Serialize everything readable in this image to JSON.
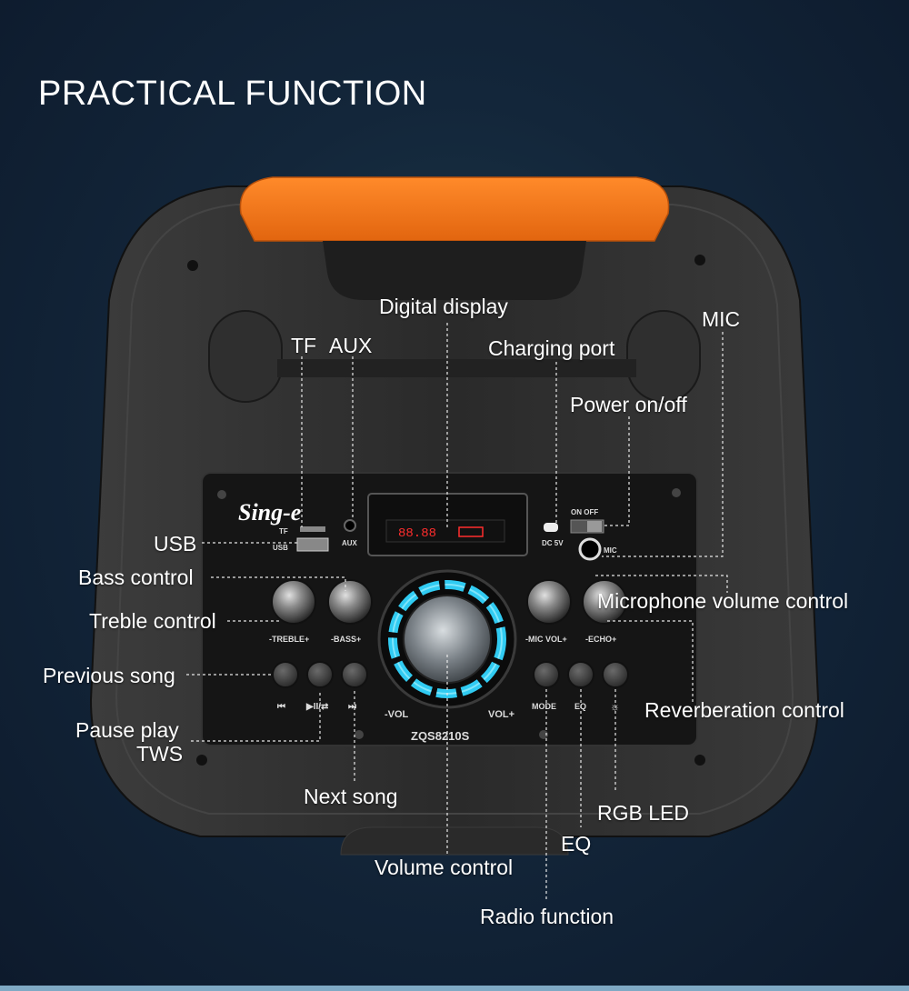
{
  "heading": "PRACTICAL FUNCTION",
  "brand": "Sing-e",
  "model": "ZQS8210S",
  "display_readout": "88.88",
  "panel_labels": {
    "tf": "TF",
    "usb": "USB",
    "aux": "AUX",
    "dc": "DC 5V",
    "on_off": "ON OFF",
    "mic": "MIC",
    "treble": "-TREBLE+",
    "bass": "-BASS+",
    "mic_vol": "-MIC VOL+",
    "echo": "-ECHO+",
    "vol_minus": "-VOL",
    "vol_plus": "VOL+",
    "mode": "MODE",
    "eq": "EQ",
    "prev": "⏮",
    "play_tws": "▶II/⇄",
    "next": "⏭",
    "led": "☼"
  },
  "callouts": {
    "digital_display": "Digital display",
    "tf": "TF",
    "aux": "AUX",
    "charging_port": "Charging port",
    "mic": "MIC",
    "power": "Power on/off",
    "usb": "USB",
    "bass": "Bass control",
    "treble": "Treble control",
    "mic_volume": "Microphone volume control",
    "previous": "Previous song",
    "reverb": "Reverberation control",
    "pause_play": "Pause play",
    "tws": "TWS",
    "next": "Next song",
    "rgb_led": "RGB LED",
    "eq": "EQ",
    "volume": "Volume control",
    "radio": "Radio function"
  },
  "colors": {
    "handle": "#f27a1c",
    "body": "#2a2a2a",
    "ring": "#33d6ff",
    "display": "#ff2d2d"
  }
}
